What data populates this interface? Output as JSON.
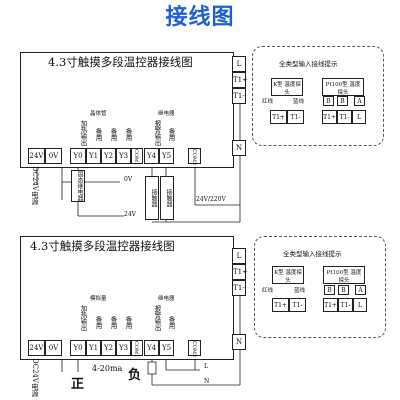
{
  "header": {
    "title": "接线图"
  },
  "diagram1": {
    "title": "4.3寸触摸多段温控器接线图",
    "side_terminals": [
      "L",
      "T1+",
      "T1-"
    ],
    "bottom_terminals": [
      "24V",
      "0V",
      "Y0",
      "Y1",
      "Y2",
      "Y3",
      "COM1",
      "Y4",
      "Y5",
      "COM2"
    ],
    "side_terminal2": "N",
    "transistor_label": "晶体管",
    "relay_label": "继电器",
    "transistor_outputs": [
      "加热输出",
      "备用",
      "备用",
      "备用"
    ],
    "relay_outputs": [
      "报警输出",
      "备用"
    ],
    "dc_label": "DC24V电源",
    "ssr_label": "固态继电器",
    "contactor1_label": "接触器",
    "contactor2_label": "接触器",
    "ov_label": "0V",
    "v24_label": "24V",
    "v_ac_label": "24V/220V",
    "hint": {
      "title": "全类型输入接线提示",
      "k_type": "K型 温度探头",
      "pt_type": "Pt100型 温度探头",
      "red": "红线",
      "blue": "蓝线",
      "t_plus": "T1+",
      "t_minus": "T1-",
      "B1": "B",
      "B2": "B",
      "A": "A",
      "pt_cells": [
        "T1+",
        "T1-",
        "L"
      ]
    }
  },
  "diagram2": {
    "title": "4.3寸触摸多段温控器接线图",
    "side_terminals": [
      "L",
      "T1+",
      "T1-"
    ],
    "bottom_terminals": [
      "24V",
      "0V",
      "Y0",
      "Y1",
      "Y2",
      "Y3",
      "COM1",
      "Y4",
      "Y5",
      "COM2"
    ],
    "side_terminal2": "N",
    "analog_label": "模拟量",
    "relay_label": "继电器",
    "analog_outputs": [
      "加热输出",
      "备用",
      "备用",
      "备用"
    ],
    "relay_outputs": [
      "报警输出",
      "备用"
    ],
    "dc_label": "DC24V电源",
    "plus_label": "正",
    "minus_label": "负",
    "ma_label": "4-20ma",
    "l_label": "L",
    "n_label": "N",
    "hint": {
      "title": "全类型输入接线提示",
      "k_type": "K型 温度探头",
      "pt_type": "Pt100型 温度探头",
      "red": "红线",
      "blue": "蓝线",
      "t_plus": "T1+",
      "t_minus": "T1-",
      "B1": "B",
      "B2": "B",
      "A": "A",
      "pt_cells": [
        "T1+",
        "T1-",
        "L"
      ]
    }
  }
}
